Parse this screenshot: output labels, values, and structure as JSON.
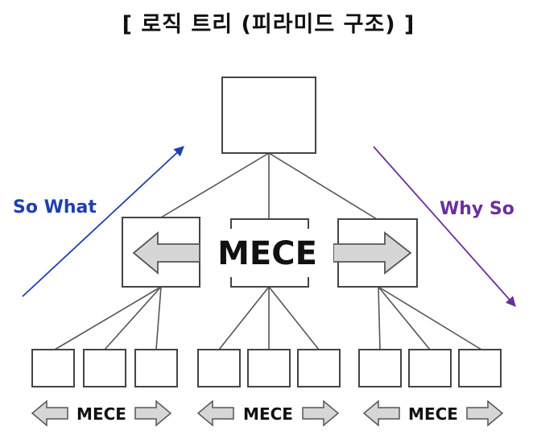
{
  "title": "[ 로직 트리 (피라미드 구조) ]",
  "labels": {
    "so_what": "So What",
    "why_so": "Why So",
    "mece_center": "MECE",
    "mece_left": "MECE",
    "mece_middle": "MECE",
    "mece_right": "MECE"
  },
  "colors": {
    "so_what": "#1f3fb0",
    "why_so": "#6b2f9c",
    "arrow_fill": "#d6d6d6",
    "line": "#555555"
  }
}
